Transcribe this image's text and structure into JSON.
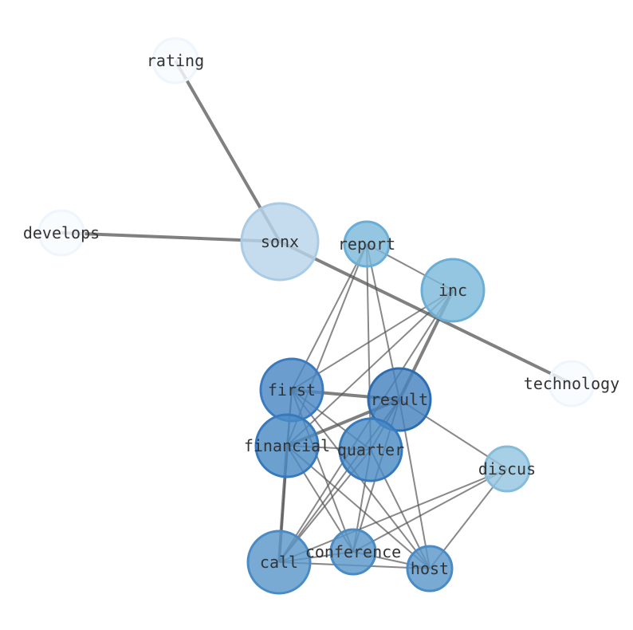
{
  "nodes": [
    {
      "id": "rating",
      "label": "rating",
      "color": "#f7fbff",
      "stroke": "#eef5fc"
    },
    {
      "id": "develops",
      "label": "develops",
      "color": "#f7fbff",
      "stroke": "#eef5fc"
    },
    {
      "id": "sonx",
      "label": "sonx",
      "color": "#b7d4ea",
      "stroke": "#a9cbe6"
    },
    {
      "id": "report",
      "label": "report",
      "color": "#7db8da",
      "stroke": "#6aaed6"
    },
    {
      "id": "inc",
      "label": "inc",
      "color": "#7db8da",
      "stroke": "#6aaed6"
    },
    {
      "id": "technology",
      "label": "technology",
      "color": "#f7fbff",
      "stroke": "#eef5fc"
    },
    {
      "id": "first",
      "label": "first",
      "color": "#4a89c4",
      "stroke": "#3a7bbf"
    },
    {
      "id": "result",
      "label": "result",
      "color": "#4683c0",
      "stroke": "#2c6db2"
    },
    {
      "id": "financial",
      "label": "financial",
      "color": "#4a8bc5",
      "stroke": "#3679bd"
    },
    {
      "id": "quarter",
      "label": "quarter",
      "color": "#4a8bc5",
      "stroke": "#3679bd"
    },
    {
      "id": "discus",
      "label": "discus",
      "color": "#94c4df",
      "stroke": "#85bcdc"
    },
    {
      "id": "call",
      "label": "call",
      "color": "#5a97cb",
      "stroke": "#4a8bc5"
    },
    {
      "id": "conference",
      "label": "conference",
      "color": "#5a97cb",
      "stroke": "#4a8bc5"
    },
    {
      "id": "host",
      "label": "host",
      "color": "#5a97cb",
      "stroke": "#4a8bc5"
    }
  ],
  "edges": [
    [
      "rating",
      "sonx"
    ],
    [
      "develops",
      "sonx"
    ],
    [
      "sonx",
      "technology"
    ],
    [
      "report",
      "inc"
    ],
    [
      "report",
      "first"
    ],
    [
      "report",
      "financial"
    ],
    [
      "report",
      "quarter"
    ],
    [
      "report",
      "result"
    ],
    [
      "inc",
      "first"
    ],
    [
      "inc",
      "result"
    ],
    [
      "inc",
      "financial"
    ],
    [
      "inc",
      "call"
    ],
    [
      "first",
      "result"
    ],
    [
      "first",
      "financial"
    ],
    [
      "first",
      "quarter"
    ],
    [
      "first",
      "call"
    ],
    [
      "first",
      "conference"
    ],
    [
      "first",
      "host"
    ],
    [
      "result",
      "financial"
    ],
    [
      "result",
      "quarter"
    ],
    [
      "result",
      "call"
    ],
    [
      "result",
      "conference"
    ],
    [
      "result",
      "host"
    ],
    [
      "result",
      "discus"
    ],
    [
      "financial",
      "quarter"
    ],
    [
      "financial",
      "call"
    ],
    [
      "financial",
      "conference"
    ],
    [
      "financial",
      "host"
    ],
    [
      "quarter",
      "call"
    ],
    [
      "quarter",
      "conference"
    ],
    [
      "quarter",
      "host"
    ],
    [
      "discus",
      "call"
    ],
    [
      "discus",
      "conference"
    ],
    [
      "discus",
      "host"
    ],
    [
      "call",
      "conference"
    ],
    [
      "call",
      "host"
    ],
    [
      "conference",
      "host"
    ]
  ],
  "edge_color": "#555555"
}
